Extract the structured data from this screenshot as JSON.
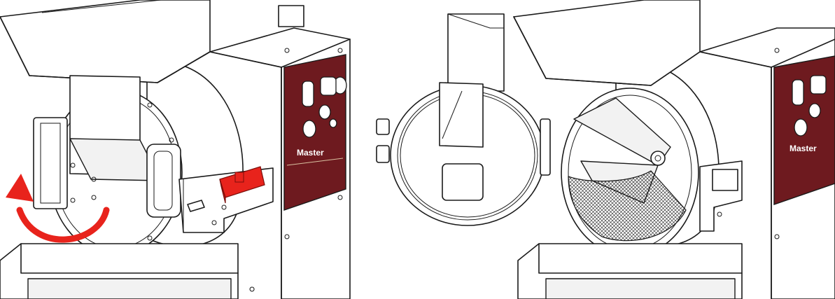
{
  "panels": [
    {
      "id": "door-closed",
      "brand_label": "Master",
      "latch_color": "#e8231c",
      "arrow_color": "#e8231c",
      "arrow_direction": "counter-clockwise"
    },
    {
      "id": "door-open",
      "brand_label": "Master"
    }
  ],
  "colors": {
    "control_panel": "#6e1a1f",
    "line": "#1a1a1a",
    "background": "#ffffff"
  }
}
